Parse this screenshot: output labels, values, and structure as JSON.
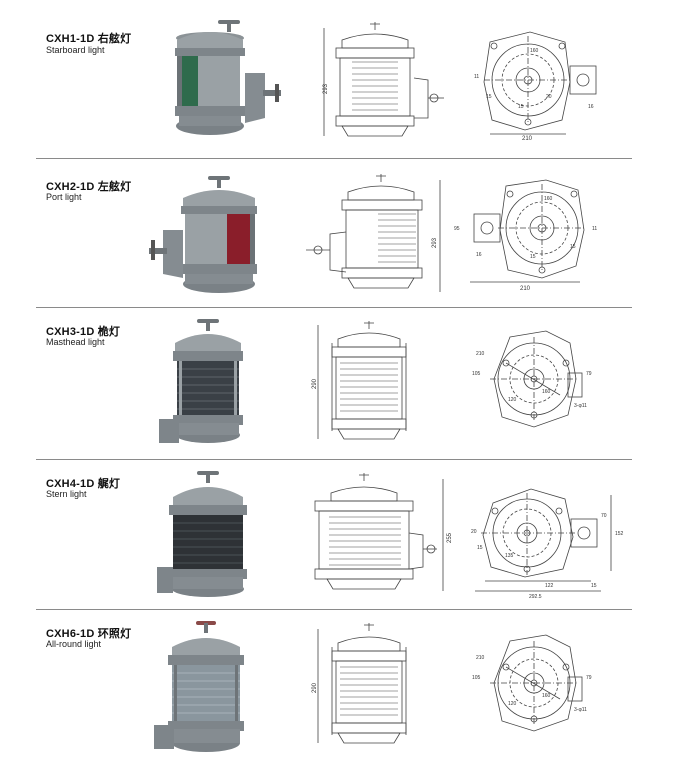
{
  "products": [
    {
      "model": "CXH1-1D",
      "name_cn": "右舷灯",
      "name_en": "Starboard light",
      "lens_color": "#2f6b4c",
      "dims": {
        "height": "293",
        "width": "210",
        "d1": "11",
        "d2": "15",
        "d3": "16",
        "d4": "160",
        "d5": "20",
        "d6": "15"
      }
    },
    {
      "model": "CXH2-1D",
      "name_cn": "左舷灯",
      "name_en": "Port light",
      "lens_color": "#8a1e2a",
      "dims": {
        "height": "293",
        "width": "210",
        "d1": "95",
        "d2": "11",
        "d3": "15",
        "d4": "16",
        "d5": "160",
        "d6": "15"
      }
    },
    {
      "model": "CXH3-1D",
      "name_cn": "桅灯",
      "name_en": "Masthead light",
      "lens_color": "#3a4046",
      "dims": {
        "height": "290",
        "a1": "210",
        "a2": "105",
        "a3": "79",
        "a4": "120",
        "a5": "3-φ11",
        "a6": "160"
      }
    },
    {
      "model": "CXH4-1D",
      "name_cn": "艉灯",
      "name_en": "Stern light",
      "lens_color": "#2e3236",
      "dims": {
        "height": "255",
        "a1": "20",
        "a2": "15",
        "a3": "135",
        "a4": "122",
        "a5": "15",
        "a6": "292.5",
        "a7": "152",
        "a8": "70"
      }
    },
    {
      "model": "CXH6-1D",
      "name_cn": "环照灯",
      "name_en": "All-round light",
      "lens_color": "#8a969e",
      "dims": {
        "height": "290",
        "a1": "210",
        "a2": "105",
        "a3": "79",
        "a4": "120",
        "a5": "3-φ11",
        "a6": "160"
      }
    }
  ]
}
